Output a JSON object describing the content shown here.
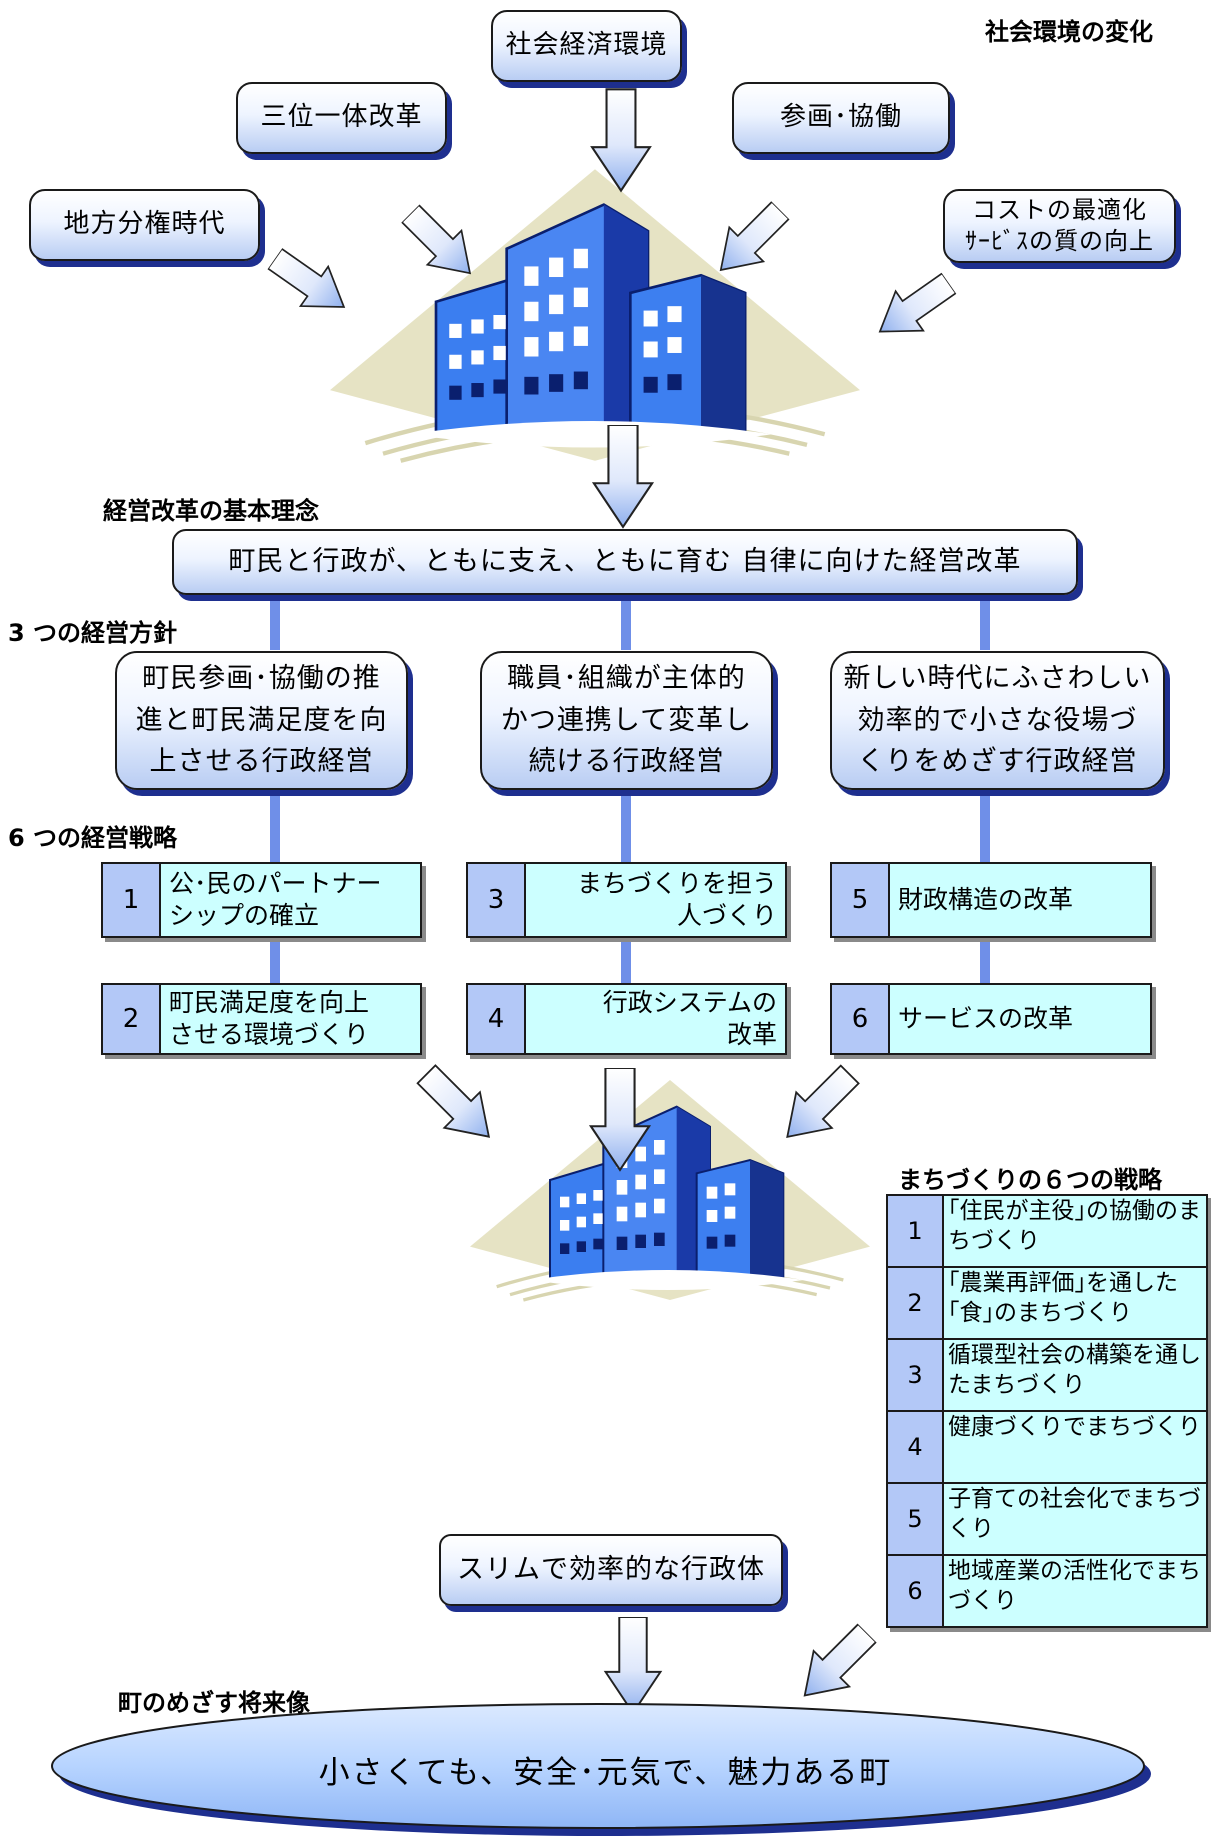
{
  "environment_heading": "社会環境の変化",
  "environment_items": {
    "social_economy": "社会経済環境",
    "trinity_reform": "三位一体改革",
    "participation": "参画･協働",
    "decentralization": "地方分権時代",
    "cost_service": "コストの最適化\nｻｰﾋﾞｽの質の向上"
  },
  "philosophy_heading": "経営改革の基本理念",
  "philosophy_text": "町民と行政が、ともに支え、ともに育む 自律に向けた経営改革",
  "policies_heading": "3 つの経営方針",
  "policies": [
    "町民参画･協働の推\n進と町民満足度を向\n上させる行政経営",
    "職員･組織が主体的\nかつ連携して変革し\n続ける行政経営",
    "新しい時代にふさわしい\n効率的で小さな役場づ\nくりをめざす行政経営"
  ],
  "strategies_heading": "6 つの経営戦略",
  "strategies": [
    {
      "num": "1",
      "text": "公･民のパートナー\nシップの確立"
    },
    {
      "num": "2",
      "text": "町民満足度を向上\nさせる環境づくり"
    },
    {
      "num": "3",
      "text": "まちづくりを担う\n人づくり"
    },
    {
      "num": "4",
      "text": "行政システムの\n改革"
    },
    {
      "num": "5",
      "text": "財政構造の改革"
    },
    {
      "num": "6",
      "text": "サービスの改革"
    }
  ],
  "town_strategies_heading": "まちづくりの６つの戦略",
  "town_strategies": [
    {
      "num": "1",
      "text": "｢住民が主役｣の協働のまちづくり"
    },
    {
      "num": "2",
      "text": "｢農業再評価｣を通した｢食｣のまちづくり"
    },
    {
      "num": "3",
      "text": "循環型社会の構築を通したまちづくり"
    },
    {
      "num": "4",
      "text": "健康づくりでまちづくり"
    },
    {
      "num": "5",
      "text": "子育ての社会化でまちづくり"
    },
    {
      "num": "6",
      "text": "地域産業の活性化でまちづくり"
    }
  ],
  "slim_government": "スリムで効率的な行政体",
  "future_heading": "町のめざす将来像",
  "future_vision": "小さくても、安全･元気で、魅力ある町",
  "colors": {
    "box_shadow": "#1e2f8f",
    "strategy_fill": "#ccffff",
    "number_fill": "#b3c8f7",
    "connector": "#6f8fe8",
    "diamond": "#e6e3c4"
  }
}
